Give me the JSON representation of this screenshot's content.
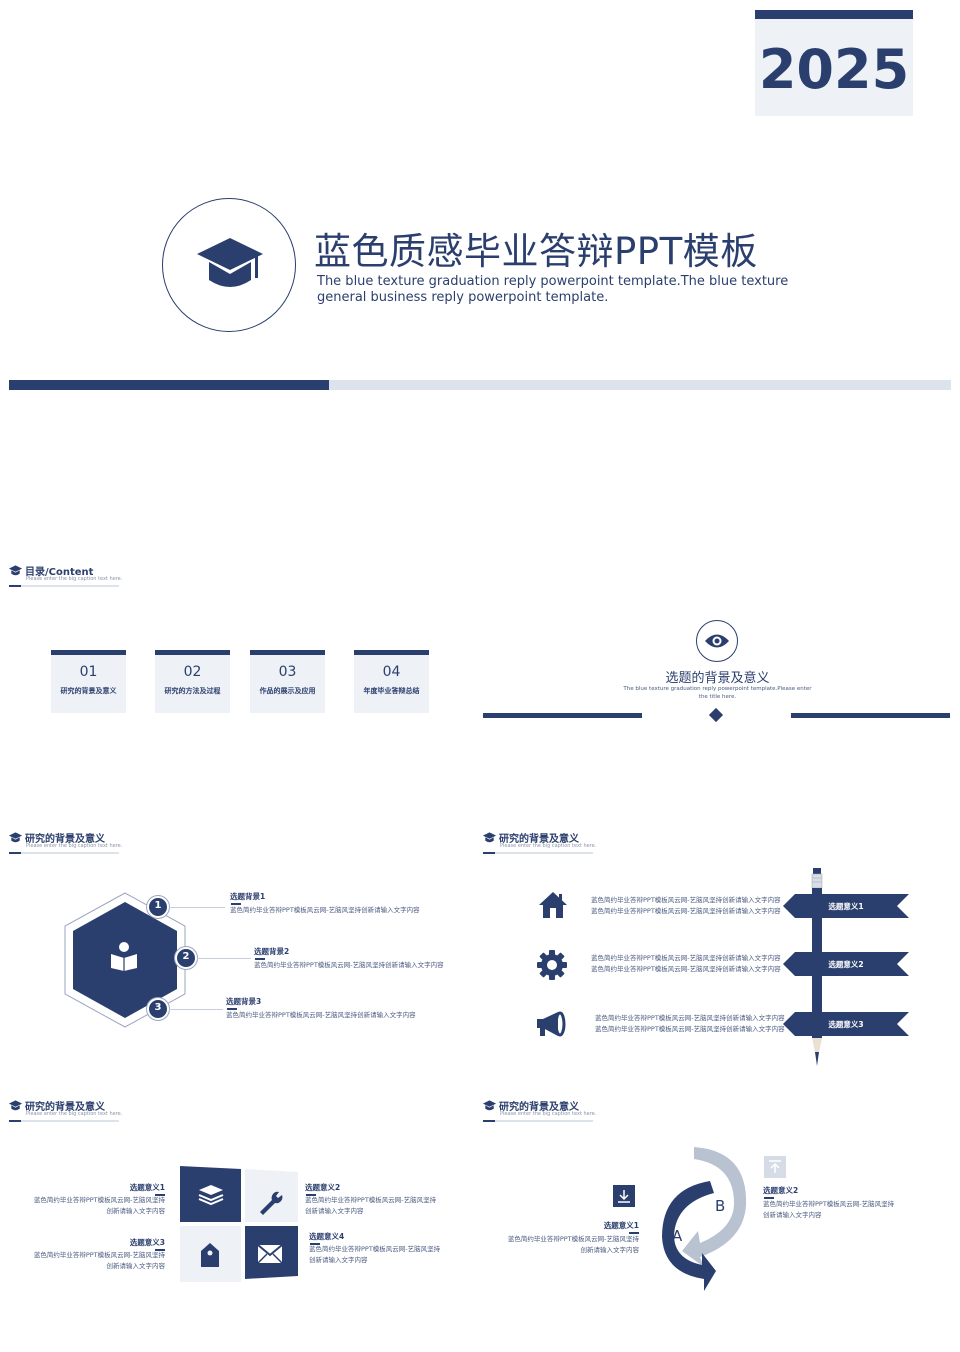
{
  "cover": {
    "year": "2025",
    "title": "蓝色质感毕业答辩PPT模板",
    "subtitle_line1": "The blue texture graduation  reply powerpoint template.The blue texture",
    "subtitle_line2": "general business reply powerpoint template.",
    "progress": 0.34
  },
  "toc": {
    "title": "目录/Content",
    "caption": "Please enter the big caption text here.",
    "items": [
      {
        "num": "01",
        "label": "研究的背景及意义"
      },
      {
        "num": "02",
        "label": "研究的方法及过程"
      },
      {
        "num": "03",
        "label": "作品的展示及应用"
      },
      {
        "num": "04",
        "label": "年度毕业答辩总结"
      }
    ]
  },
  "section": {
    "title": "选题的背景及意义",
    "desc_line1": "The blue texture graduation reply powerpoint template.Please enter",
    "desc_line2": "the title  here."
  },
  "slide_header": {
    "title": "研究的背景及意义",
    "caption": "Please enter the big caption text here."
  },
  "hexagon_slide": {
    "items": [
      {
        "num": "1",
        "label": "选题背景1",
        "text": "蓝色简约毕业答辩PPT模板风云网-艺脑风坚持创新请输入文字内容"
      },
      {
        "num": "2",
        "label": "选题背景2",
        "text": "蓝色简约毕业答辩PPT模板风云网-艺脑风坚持创新请输入文字内容"
      },
      {
        "num": "3",
        "label": "选题背景3",
        "text": "蓝色简约毕业答辩PPT模板风云网-艺脑风坚持创新请输入文字内容"
      }
    ]
  },
  "pencil_slide": {
    "items": [
      {
        "sign": "选题意义1",
        "line1": "蓝色简约毕业答辩PPT模板风云网-艺脑风坚持创新请输入文字内容",
        "line2": "蓝色简约毕业答辩PPT模板风云网-艺脑风坚持创新请输入文字内容",
        "icon": "home-icon"
      },
      {
        "sign": "选题意义2",
        "line1": "蓝色简约毕业答辩PPT模板风云网-艺脑风坚持创新请输入文字内容",
        "line2": "蓝色简约毕业答辩PPT模板风云网-艺脑风坚持创新请输入文字内容",
        "icon": "gear-icon"
      },
      {
        "sign": "选题意义3",
        "line1": "蓝色简约毕业答辩PPT模板风云网-艺脑风坚持创新请输入文字内容",
        "line2": "蓝色简约毕业答辩PPT模板风云网-艺脑风坚持创新请输入文字内容",
        "icon": "megaphone-icon"
      }
    ]
  },
  "grid_slide": {
    "items": [
      {
        "label": "选题意义1",
        "line1": "蓝色简约毕业答辩PPT模板风云网-艺脑风坚持",
        "line2": "创新请输入文字内容"
      },
      {
        "label": "选题意义2",
        "line1": "蓝色简约毕业答辩PPT模板风云网-艺脑风坚持",
        "line2": "创新请输入文字内容"
      },
      {
        "label": "选题意义3",
        "line1": "蓝色简约毕业答辩PPT模板风云网-艺脑风坚持",
        "line2": "创新请输入文字内容"
      },
      {
        "label": "选题意义4",
        "line1": "蓝色简约毕业答辩PPT模板风云网-艺脑风坚持",
        "line2": "创新请输入文字内容"
      }
    ]
  },
  "cycle_slide": {
    "a": "A",
    "b": "B",
    "items": [
      {
        "label": "选题意义1",
        "line1": "蓝色简约毕业答辩PPT模板风云网-艺脑风坚持",
        "line2": "创新请输入文字内容"
      },
      {
        "label": "选题意义2",
        "line1": "蓝色简约毕业答辩PPT模板风云网-艺脑风坚持",
        "line2": "创新请输入文字内容"
      }
    ]
  },
  "colors": {
    "navy": "#2b3f6e",
    "pale": "#eef1f6",
    "light_bar": "#dce3ec"
  }
}
